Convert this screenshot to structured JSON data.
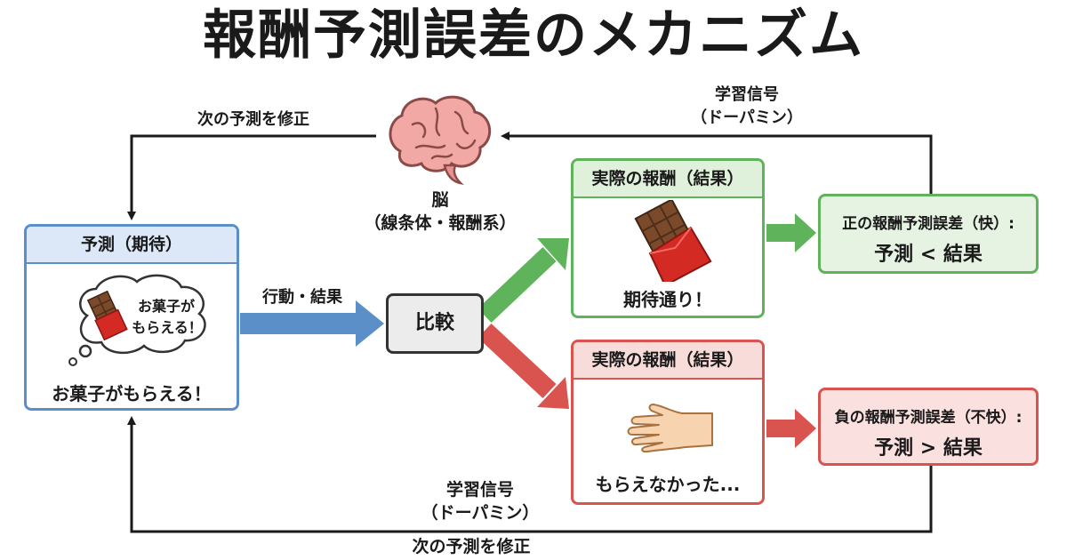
{
  "title": "報酬予測誤差のメカニズム",
  "brain": {
    "label_line1": "脳",
    "label_line2": "（線条体・報酬系）"
  },
  "top_left_label": "次の予測を修正",
  "top_right_label_line1": "学習信号",
  "top_right_label_line2": "（ドーパミン）",
  "prediction_card": {
    "header": "予測（期待）",
    "thought_line1": "お菓子が",
    "thought_line2": "もらえる！",
    "caption": "お菓子がもらえる！"
  },
  "action_label": "行動・結果",
  "compare_label": "比較",
  "actual_positive": {
    "header": "実際の報酬（結果）",
    "caption": "期待通り！"
  },
  "actual_negative": {
    "header": "実際の報酬（結果）",
    "caption": "もらえなかった..."
  },
  "positive_error": {
    "line1": "正の報酬予測誤差（快）:",
    "line2": "予測 < 結果"
  },
  "negative_error": {
    "line1": "負の報酬予測誤差（不快）:",
    "line2": "予測 > 結果"
  },
  "bottom_label_line1": "学習信号",
  "bottom_label_line2": "（ドーパミン）",
  "bottom_caption": "次の予測を修正",
  "colors": {
    "blue": "#5b8fc8",
    "green": "#5fb35a",
    "red": "#d9534f",
    "chocolate": "#7a4a2a",
    "wrapper": "#d42a24",
    "brain": "#f2a9a6"
  },
  "icons": [
    "brain-icon",
    "chocolate-icon",
    "thought-bubble-icon",
    "open-hand-icon"
  ]
}
